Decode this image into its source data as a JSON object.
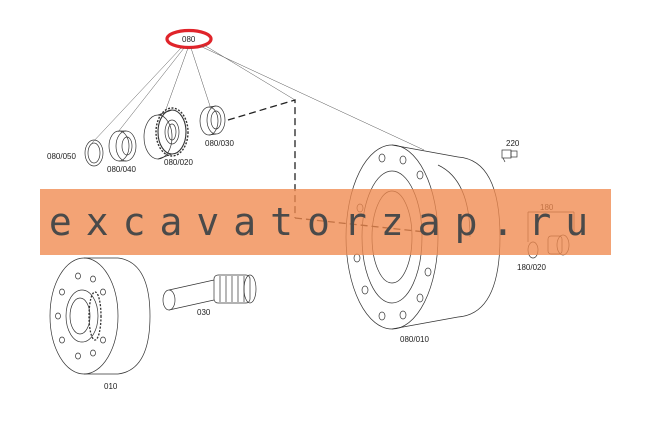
{
  "diagram": {
    "callout_main": "080",
    "labels": {
      "p080_050": "080/050",
      "p080_040": "080/040",
      "p080_020": "080/020",
      "p080_030": "080/030",
      "p220": "220",
      "p180": "180",
      "p180_020": "180/020",
      "p030": "030",
      "p010": "010",
      "p080_010": "080/010"
    },
    "colors": {
      "callout_ring": "#e0242a",
      "watermark_band": "#f0894e",
      "watermark_text": "#4a4a4a",
      "line": "#333333"
    }
  },
  "watermark": {
    "text": "excavatorzap.ru"
  }
}
